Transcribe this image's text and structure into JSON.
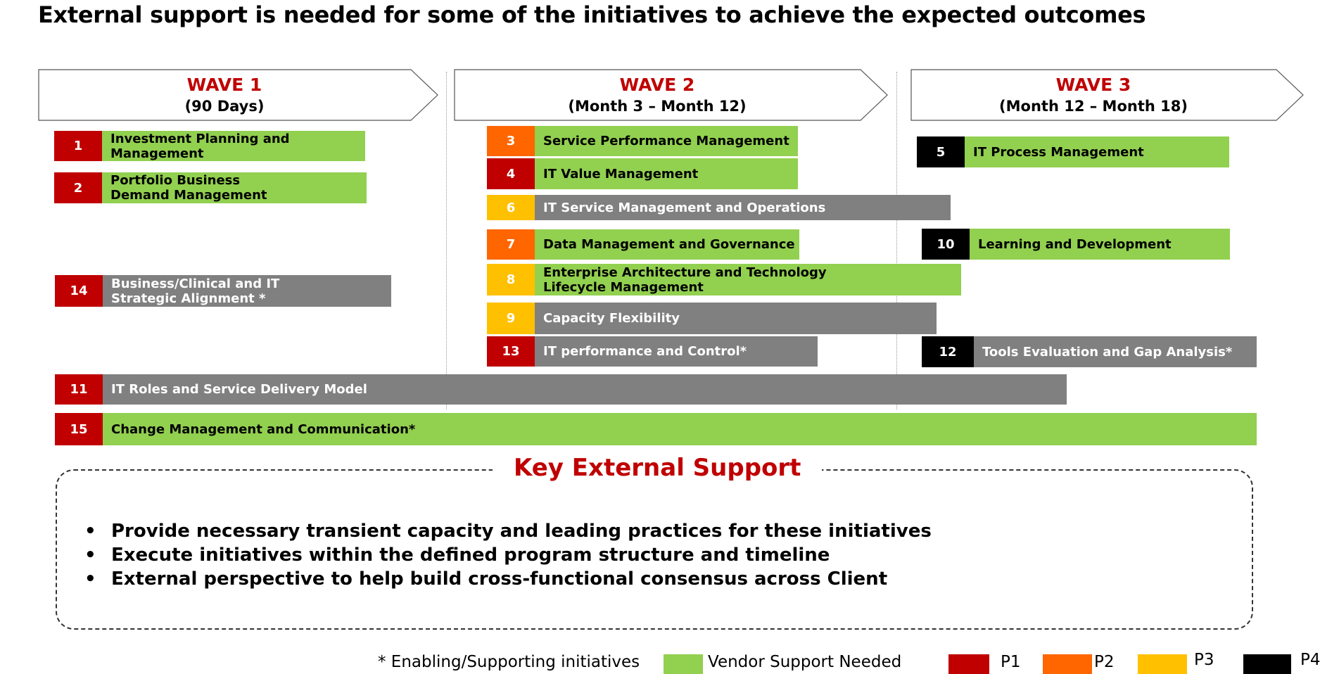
{
  "title": "External support is needed for some of the initiatives to achieve the expected outcomes",
  "waves": [
    {
      "name": "WAVE 1",
      "period": "(90 Days)"
    },
    {
      "name": "WAVE 2",
      "period": "(Month 3 – Month 12)"
    },
    {
      "name": "WAVE 3",
      "period": "(Month 12 – Month 18)"
    }
  ],
  "initiatives": [
    {
      "number": "1",
      "label": "Investment Planning and Management",
      "priority": "P1",
      "vendor_support": true
    },
    {
      "number": "2",
      "label": "Portfolio Business Demand Management",
      "priority": "P1",
      "vendor_support": true
    },
    {
      "number": "14",
      "label": "Business/Clinical and IT Strategic Alignment *",
      "priority": "P1",
      "vendor_support": false
    },
    {
      "number": "3",
      "label": "Service Performance Management",
      "priority": "P2",
      "vendor_support": true
    },
    {
      "number": "4",
      "label": "IT Value Management",
      "priority": "P1",
      "vendor_support": true
    },
    {
      "number": "6",
      "label": "IT Service Management and Operations",
      "priority": "P3",
      "vendor_support": false
    },
    {
      "number": "7",
      "label": "Data Management and Governance",
      "priority": "P2",
      "vendor_support": true
    },
    {
      "number": "8",
      "label": "Enterprise Architecture and Technology Lifecycle Management",
      "priority": "P3",
      "vendor_support": true
    },
    {
      "number": "9",
      "label": "Capacity Flexibility",
      "priority": "P3",
      "vendor_support": false
    },
    {
      "number": "13",
      "label": "IT performance and Control*",
      "priority": "P1",
      "vendor_support": false
    },
    {
      "number": "5",
      "label": "IT Process Management",
      "priority": "P4",
      "vendor_support": true
    },
    {
      "number": "10",
      "label": "Learning and Development",
      "priority": "P4",
      "vendor_support": true
    },
    {
      "number": "12",
      "label": "Tools Evaluation and Gap Analysis*",
      "priority": "P4",
      "vendor_support": false
    },
    {
      "number": "11",
      "label": "IT Roles and Service Delivery Model",
      "priority": "P1",
      "vendor_support": false
    },
    {
      "number": "15",
      "label": "Change Management and Communication*",
      "priority": "P1",
      "vendor_support": true
    }
  ],
  "support": {
    "title": "Key External Support",
    "bullets": [
      "Provide necessary transient capacity and leading practices for these initiatives",
      "Execute initiatives within the defined program structure and timeline",
      "External perspective to help build cross-functional consensus across Client"
    ]
  },
  "legend": {
    "note": "* Enabling/Supporting initiatives",
    "vendor": "Vendor Support Needed",
    "p1": "P1",
    "p2": "P2",
    "p3": "P3",
    "p4": "P4"
  },
  "colors": {
    "accent_red": "#c00000",
    "vendor_green": "#92d050",
    "no_vendor_gray": "#808080",
    "p1": "#c00000",
    "p2": "#ff6600",
    "p3": "#ffc000",
    "p4": "#000000"
  }
}
